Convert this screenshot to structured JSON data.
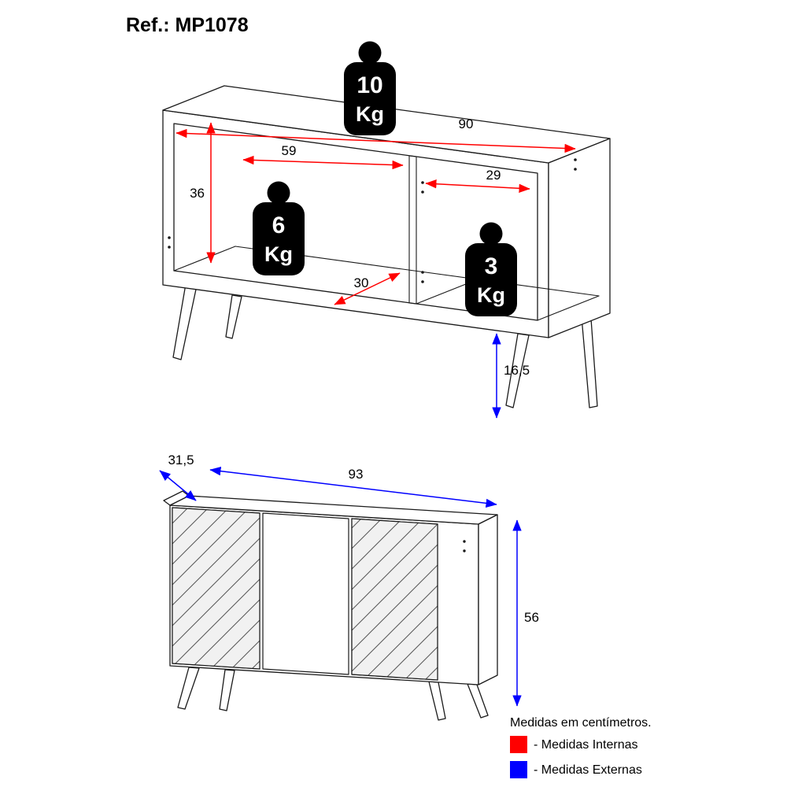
{
  "title": "Ref.: MP1078",
  "colors": {
    "internal": "#ff0000",
    "external": "#0000ff"
  },
  "top_view": {
    "weights": [
      {
        "value": "10",
        "unit": "Kg"
      },
      {
        "value": "6",
        "unit": "Kg"
      },
      {
        "value": "3",
        "unit": "Kg"
      }
    ],
    "dims": {
      "top_width": "90",
      "left_compartment_width": "59",
      "inner_height": "36",
      "right_compartment_width": "29",
      "inner_depth": "30",
      "leg_height": "16,5"
    }
  },
  "front_view": {
    "dims": {
      "depth": "31,5",
      "width": "93",
      "height": "56"
    }
  },
  "legend": {
    "note": "Medidas em centímetros.",
    "items": [
      {
        "color": "#ff0000",
        "label": "- Medidas Internas"
      },
      {
        "color": "#0000ff",
        "label": "- Medidas Externas"
      }
    ]
  }
}
